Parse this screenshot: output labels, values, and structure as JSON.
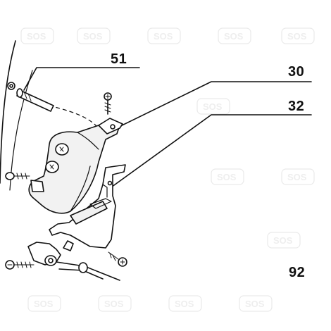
{
  "diagram": {
    "callouts": [
      {
        "id": "51",
        "text": "51"
      },
      {
        "id": "30",
        "text": "30"
      },
      {
        "id": "32",
        "text": "32"
      },
      {
        "id": "92",
        "text": "92"
      }
    ]
  },
  "watermark": {
    "logo_text": "SOS"
  },
  "colors": {
    "ink": "#111111",
    "paper": "#ffffff",
    "fill": "#f2f2f2",
    "watermark": "#cfcfcf"
  },
  "icons": [
    "ring-icon",
    "screw-icon",
    "handle-body-icon",
    "push-button-icon",
    "bracket-icon",
    "lever-icon"
  ]
}
